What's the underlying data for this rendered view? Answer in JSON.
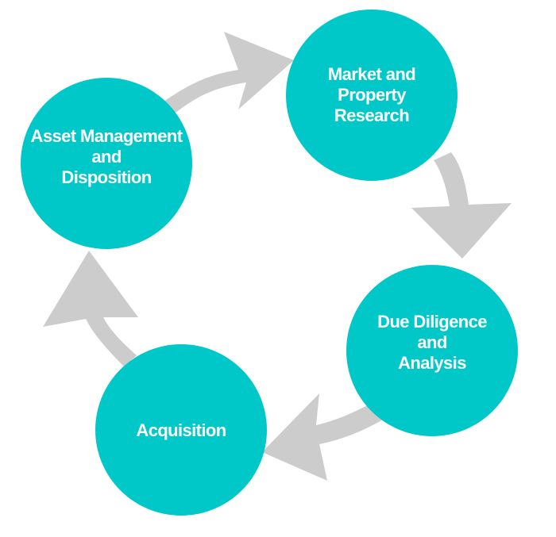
{
  "diagram": {
    "colors": {
      "node_fill": "#00c8c8",
      "arrow_fill": "#cccccc",
      "label_text": "#ffffff",
      "background": "#ffffff"
    },
    "nodes": [
      {
        "id": "market-research",
        "lines": [
          "Market and",
          "Property",
          "Research"
        ]
      },
      {
        "id": "due-diligence",
        "lines": [
          "Due Diligence",
          "and",
          "Analysis"
        ]
      },
      {
        "id": "acquisition",
        "lines": [
          "Acquisition"
        ]
      },
      {
        "id": "asset-management",
        "lines": [
          "Asset Management",
          "and",
          "Disposition"
        ]
      }
    ],
    "flow": [
      {
        "from": "asset-management",
        "to": "market-research"
      },
      {
        "from": "market-research",
        "to": "due-diligence"
      },
      {
        "from": "due-diligence",
        "to": "acquisition"
      },
      {
        "from": "acquisition",
        "to": "asset-management"
      }
    ]
  }
}
